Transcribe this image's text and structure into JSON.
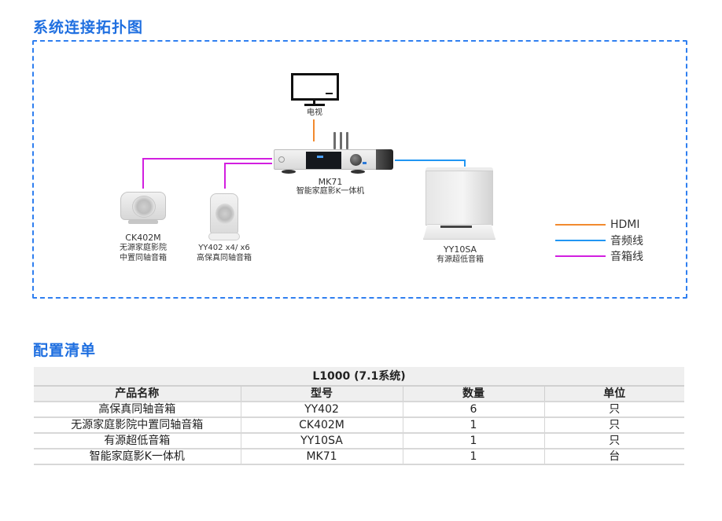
{
  "topology": {
    "title": "系统连接拓扑图",
    "devices": {
      "tv": {
        "label": "电视"
      },
      "mk71": {
        "model": "MK71",
        "name": "智能家庭影K一体机"
      },
      "ck402m": {
        "model": "CK402M",
        "name_line1": "无源家庭影院",
        "name_line2": "中置同轴音箱"
      },
      "yy402": {
        "model": "YY402 x4/ x6",
        "name": "高保真同轴音箱"
      },
      "yy10sa": {
        "model": "YY10SA",
        "name": "有源超低音箱"
      }
    },
    "legend": [
      {
        "label": "HDMI",
        "color": "#f28a2e"
      },
      {
        "label": "音频线",
        "color": "#2196f3"
      },
      {
        "label": "音箱线",
        "color": "#d21fe0"
      }
    ],
    "border_color": "#2f7ff0"
  },
  "config": {
    "title": "配置清单",
    "table_title": "L1000 (7.1系统)",
    "columns": [
      "产品名称",
      "型号",
      "数量",
      "单位"
    ],
    "rows": [
      [
        "高保真同轴音箱",
        "YY402",
        "6",
        "只"
      ],
      [
        "无源家庭影院中置同轴音箱",
        "CK402M",
        "1",
        "只"
      ],
      [
        "有源超低音箱",
        "YY10SA",
        "1",
        "只"
      ],
      [
        "智能家庭影K一体机",
        "MK71",
        "1",
        "台"
      ]
    ]
  },
  "accent_color": "#1f6fe0"
}
